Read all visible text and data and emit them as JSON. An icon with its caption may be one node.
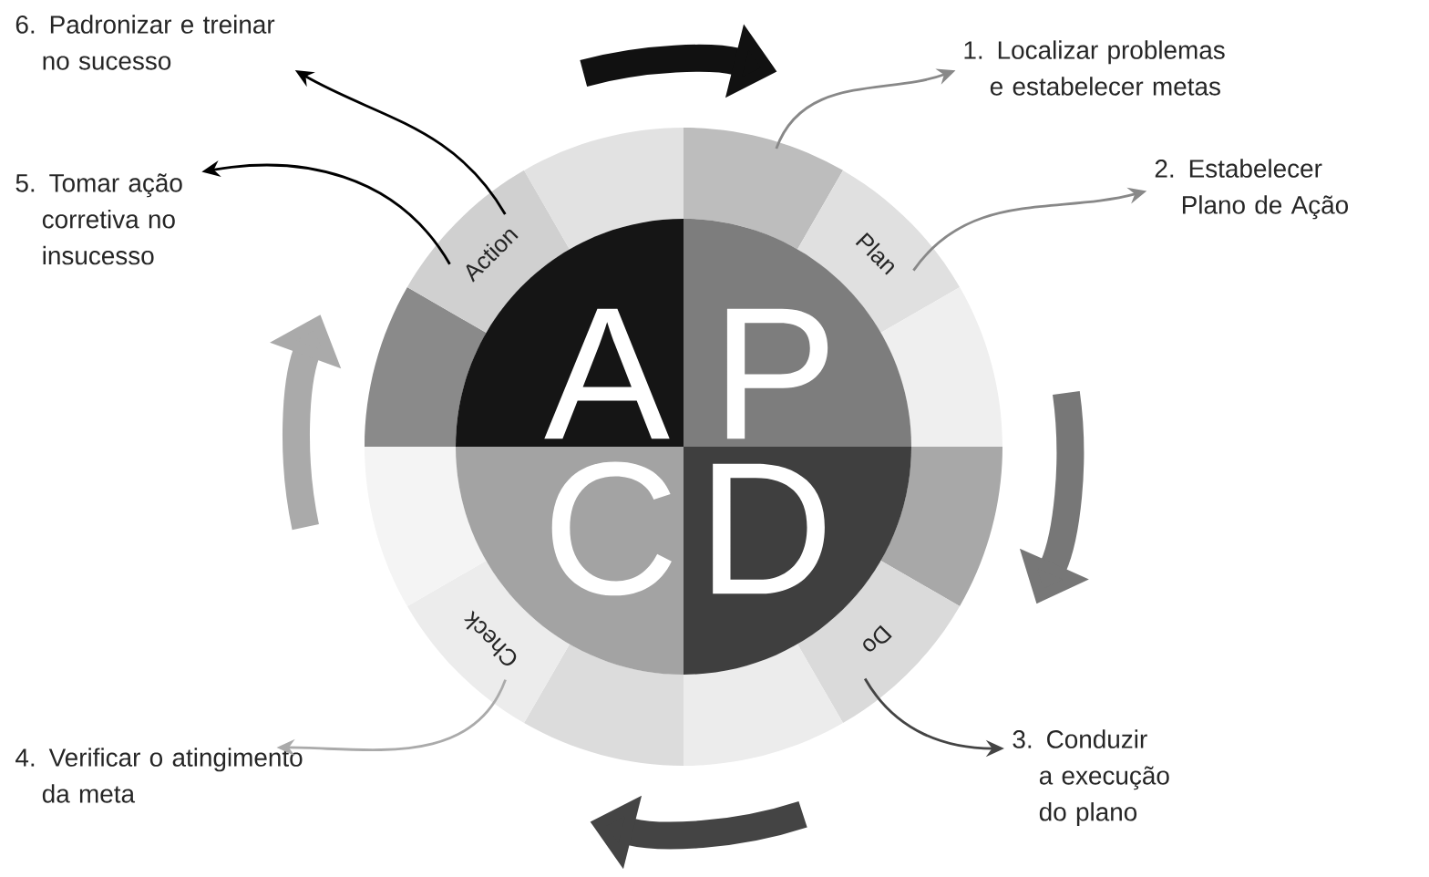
{
  "diagram": {
    "nodes": [
      {
        "text": [],
        "shape": "segment"
      },
      {
        "text": [
          "Plan"
        ]
      },
      {
        "text": [],
        "shape": "segment"
      },
      {
        "text": [],
        "shape": "segment"
      },
      {
        "text": [
          "Do"
        ]
      },
      {
        "text": [],
        "shape": "segment"
      },
      {
        "text": [],
        "shape": "segment"
      },
      {
        "text": [
          "Check"
        ]
      },
      {
        "text": [],
        "shape": "segment"
      },
      {
        "text": [],
        "shape": "segment"
      },
      {
        "text": [
          "Action"
        ]
      },
      {
        "text": [],
        "shape": "segment"
      },
      {
        "text": [
          "A"
        ]
      },
      {
        "text": [
          "P"
        ]
      },
      {
        "text": [
          "C"
        ]
      },
      {
        "text": [
          "D"
        ]
      },
      {
        "text": [
          "1. Localizar problemas e estabelecer metas"
        ]
      },
      {
        "text": [
          "2. Estabelecer Plano de Ação"
        ]
      },
      {
        "text": [
          "3. Conduzir a execução do plano"
        ]
      },
      {
        "text": [
          "4. Verificar o atingimento da meta"
        ]
      },
      {
        "text": [
          "5. Tomar ação corretiva no insucesso"
        ]
      },
      {
        "text": [
          "6. Padronizar e treinar no sucesso"
        ]
      }
    ],
    "edges": [
      {
        "from": 0,
        "to": 16,
        "arrow": "to",
        "color": "#888888"
      },
      {
        "from": 1,
        "to": 17,
        "arrow": "to",
        "color": "#888888"
      },
      {
        "from": 4,
        "to": 18,
        "arrow": "to",
        "color": "#444444"
      },
      {
        "from": 7,
        "to": 19,
        "arrow": "to",
        "color": "#aaaaaa"
      },
      {
        "from": 10,
        "to": 20,
        "arrow": "to",
        "color": "#000000"
      },
      {
        "from": 10,
        "to": 21,
        "arrow": "to",
        "color": "#000000"
      }
    ]
  }
}
